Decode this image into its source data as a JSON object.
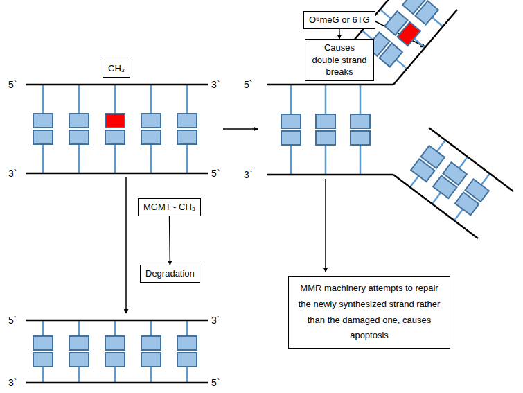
{
  "diagram": {
    "nodes": [
      {
        "text": [
          "CH₃"
        ]
      },
      {
        "text": [
          "O⁶meG or 6TG"
        ]
      },
      {
        "text": [
          "Causes double strand breaks"
        ]
      },
      {
        "text": [
          "MGMT - CH₃"
        ]
      },
      {
        "text": [
          "Degradation"
        ]
      },
      {
        "text": [
          "MMR machinery attempts to repair the newly synthesized strand rather than the damaged one, causes apoptosis"
        ]
      }
    ],
    "edges": [
      {
        "from": 1,
        "to": 2,
        "arrow": "to"
      },
      {
        "from": 3,
        "to": 4,
        "arrow": "to"
      }
    ],
    "labels": [
      "5`",
      "3`",
      "3`",
      "5`",
      "5`",
      "3`",
      "5`",
      "3`",
      "3`",
      "5`"
    ]
  }
}
